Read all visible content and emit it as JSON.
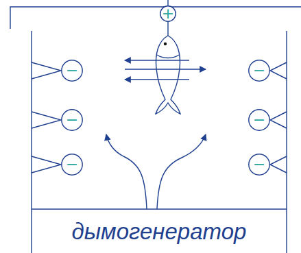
{
  "diagram": {
    "nodes": [
      {
        "text": [
          "+"
        ]
      },
      {
        "text": [
          "−"
        ]
      },
      {
        "text": [
          "−"
        ]
      },
      {
        "text": [
          "−"
        ]
      },
      {
        "text": [
          "−"
        ]
      },
      {
        "text": [
          "−"
        ]
      },
      {
        "text": [
          "−"
        ]
      },
      {
        "text": [
          "дымогенератор"
        ]
      }
    ]
  }
}
